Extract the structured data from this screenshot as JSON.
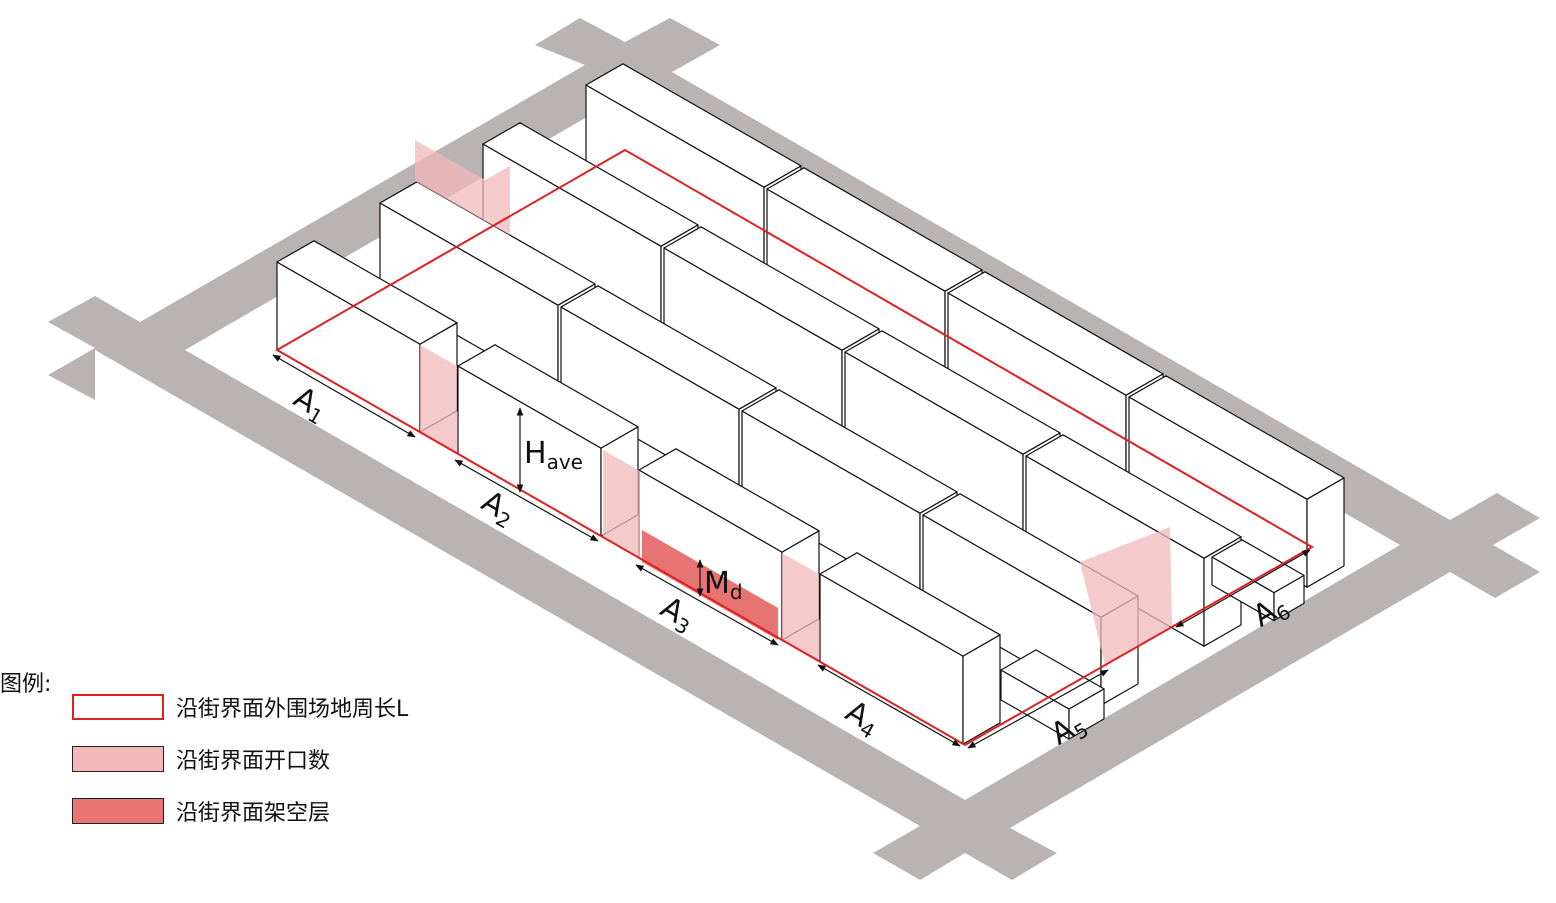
{
  "colors": {
    "road": "#b9b3b3",
    "perimeter": "#e02020",
    "opening": "#f2b8b8",
    "stilt": "#e87373",
    "building_stroke": "#111111"
  },
  "labels": {
    "a1": {
      "base": "A",
      "sub": "1"
    },
    "a2": {
      "base": "A",
      "sub": "2"
    },
    "a3": {
      "base": "A",
      "sub": "3"
    },
    "a4": {
      "base": "A",
      "sub": "4"
    },
    "a5": {
      "base": "A",
      "sub": "5"
    },
    "a6": {
      "base": "A",
      "sub": "6"
    },
    "have": {
      "base": "H",
      "sub": "ave"
    },
    "md": {
      "base": "M",
      "sub": "d"
    }
  },
  "legend": {
    "title": "图例:",
    "items": [
      {
        "label": "沿街界面外围场地周长L",
        "kind": "perimeter"
      },
      {
        "label": "沿街界面开口数",
        "kind": "opening"
      },
      {
        "label": "沿街界面架空层",
        "kind": "stilt"
      }
    ]
  }
}
